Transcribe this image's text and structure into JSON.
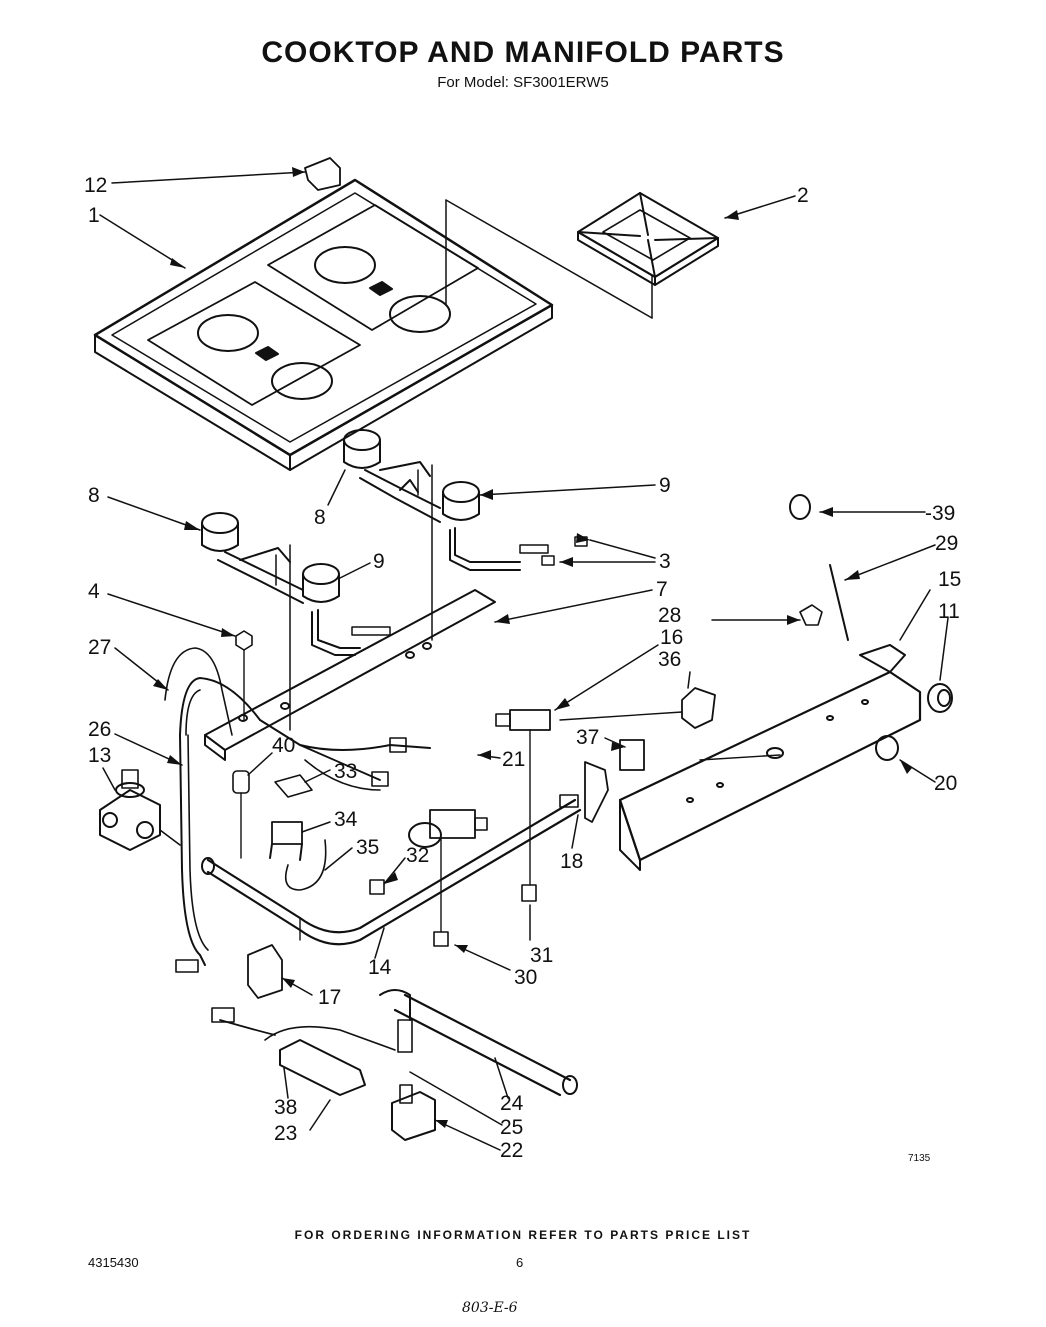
{
  "header": {
    "title": "COOKTOP AND MANIFOLD PARTS",
    "subtitle": "For Model: SF3001ERW5"
  },
  "callouts": [
    {
      "id": "c12",
      "text": "12"
    },
    {
      "id": "c1",
      "text": "1"
    },
    {
      "id": "c2",
      "text": "2"
    },
    {
      "id": "c8a",
      "text": "8"
    },
    {
      "id": "c8b",
      "text": "8"
    },
    {
      "id": "c9a",
      "text": "9"
    },
    {
      "id": "c9b",
      "text": "9"
    },
    {
      "id": "c3",
      "text": "3"
    },
    {
      "id": "c39",
      "text": "-39"
    },
    {
      "id": "c29",
      "text": "29"
    },
    {
      "id": "c15",
      "text": "15"
    },
    {
      "id": "c11",
      "text": "11"
    },
    {
      "id": "c4",
      "text": "4"
    },
    {
      "id": "c7",
      "text": "7"
    },
    {
      "id": "c28",
      "text": "28"
    },
    {
      "id": "c16",
      "text": "16"
    },
    {
      "id": "c27",
      "text": "27"
    },
    {
      "id": "c36",
      "text": "36"
    },
    {
      "id": "c26",
      "text": "26"
    },
    {
      "id": "c13",
      "text": "13"
    },
    {
      "id": "c40",
      "text": "40"
    },
    {
      "id": "c33",
      "text": "33"
    },
    {
      "id": "c37",
      "text": "37"
    },
    {
      "id": "c21",
      "text": "21"
    },
    {
      "id": "c20",
      "text": "20"
    },
    {
      "id": "c34",
      "text": "34"
    },
    {
      "id": "c35",
      "text": "35"
    },
    {
      "id": "c32",
      "text": "32"
    },
    {
      "id": "c18",
      "text": "18"
    },
    {
      "id": "c31",
      "text": "31"
    },
    {
      "id": "c30",
      "text": "30"
    },
    {
      "id": "c14",
      "text": "14"
    },
    {
      "id": "c17",
      "text": "17"
    },
    {
      "id": "c24",
      "text": "24"
    },
    {
      "id": "c38",
      "text": "38"
    },
    {
      "id": "c25",
      "text": "25"
    },
    {
      "id": "c23",
      "text": "23"
    },
    {
      "id": "c22",
      "text": "22"
    }
  ],
  "figure_number": "7135",
  "footer": {
    "ordering_note": "FOR ORDERING INFORMATION REFER TO PARTS PRICE LIST",
    "document_number": "4315430",
    "page_number": "6",
    "handwritten": "803-E-6"
  }
}
